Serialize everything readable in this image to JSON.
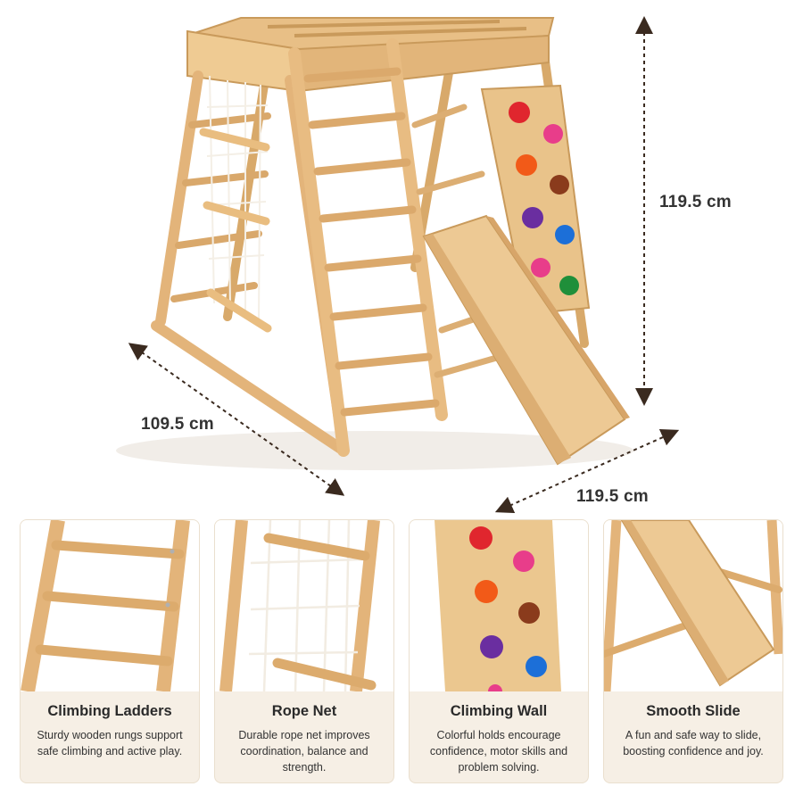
{
  "dimensions": {
    "height": "119.5 cm",
    "depth": "109.5 cm",
    "width": "119.5 cm"
  },
  "features": [
    {
      "title": "Climbing Ladders",
      "description": "Sturdy wooden rungs support safe climbing and active play.",
      "image": "ladder-closeup"
    },
    {
      "title": "Rope Net",
      "description": "Durable rope net improves coordination, balance and strength.",
      "image": "rope-net-closeup"
    },
    {
      "title": "Climbing Wall",
      "description": "Colorful holds encourage confidence, motor skills and problem solving.",
      "image": "climbing-wall-closeup"
    },
    {
      "title": "Smooth Slide",
      "description": "A fun and safe way to slide, boosting confidence and joy.",
      "image": "slide-closeup"
    }
  ],
  "colors": {
    "wood": "#e8bf86",
    "wood_dark": "#c99a5b",
    "card_background": "#f6efe5",
    "hold_red": "#e0262e",
    "hold_pink": "#e83d8a",
    "hold_orange": "#f25a18",
    "hold_brown": "#8a3b1c",
    "hold_purple": "#6a2ea0",
    "hold_blue": "#1c6fd8",
    "hold_green": "#1f8f3a"
  }
}
